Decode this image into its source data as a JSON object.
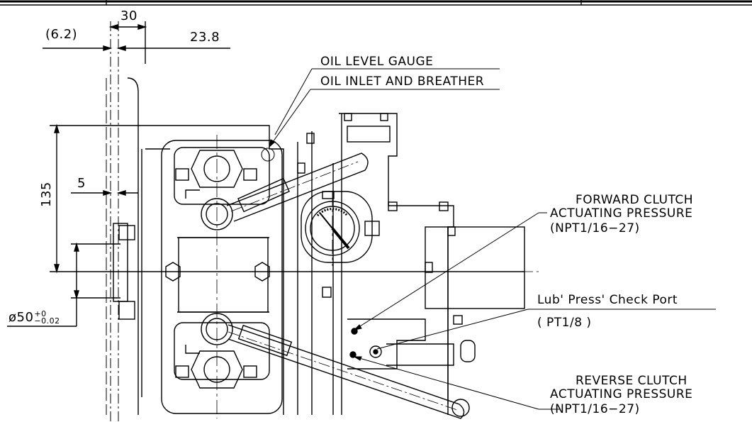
{
  "dimensions": {
    "top_offset": "(6.2)",
    "top_width": "30",
    "top_right": "23.8",
    "height": "135",
    "gap": "5",
    "dia_prefix": "ø50",
    "dia_tol_upper": "+0",
    "dia_tol_lower": "−0.02"
  },
  "callouts": {
    "oil_level": "OIL LEVEL GAUGE",
    "oil_inlet": "OIL INLET AND BREATHER",
    "forward_1": "FORWARD CLUTCH",
    "forward_2": "ACTUATING PRESSURE",
    "forward_3": "(NPT1/16−27)",
    "lub_1": "Lub' Press' Check Port",
    "lub_2": "( PT1/8 )",
    "reverse_1": "REVERSE CLUTCH",
    "reverse_2": "ACTUATING PRESSURE",
    "reverse_3": "(NPT1/16−27)"
  }
}
